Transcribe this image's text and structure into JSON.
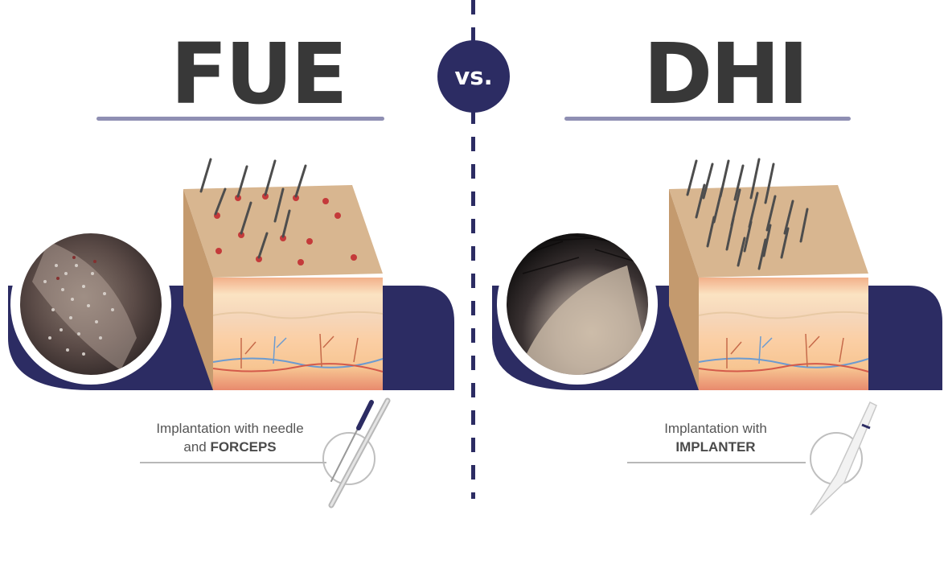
{
  "header": {
    "left_title": "FUE",
    "right_title": "DHI",
    "vs_label": "vs."
  },
  "left": {
    "caption_line1": "Implantation with needle",
    "caption_line2_prefix": "and ",
    "caption_line2_bold": "FORCEPS",
    "tool_icon": "needle-and-forceps-icon"
  },
  "right": {
    "caption_line1": "Implantation with",
    "caption_line2_bold": "IMPLANTER",
    "tool_icon": "implanter-pen-icon"
  },
  "colors": {
    "navy": "#2c2c63",
    "title": "#383838",
    "rule": "#8f8fb3",
    "skin_top": "#d8b690",
    "skin_side": "#c49a6e"
  }
}
